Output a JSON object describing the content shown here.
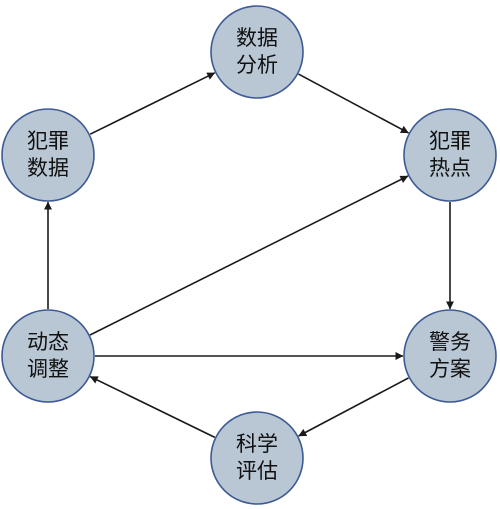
{
  "nodes": {
    "crime_data": {
      "line1": "犯罪",
      "line2": "数据"
    },
    "data_analysis": {
      "line1": "数据",
      "line2": "分析"
    },
    "crime_hotspots": {
      "line1": "犯罪",
      "line2": "热点"
    },
    "police_plan": {
      "line1": "警务",
      "line2": "方案"
    },
    "scientific_evaluation": {
      "line1": "科学",
      "line2": "评估"
    },
    "dynamic_adjustment": {
      "line1": "动态",
      "line2": "调整"
    }
  },
  "edges": [
    {
      "from": "crime_data",
      "to": "data_analysis"
    },
    {
      "from": "data_analysis",
      "to": "crime_hotspots"
    },
    {
      "from": "crime_hotspots",
      "to": "police_plan"
    },
    {
      "from": "police_plan",
      "to": "scientific_evaluation"
    },
    {
      "from": "scientific_evaluation",
      "to": "dynamic_adjustment"
    },
    {
      "from": "dynamic_adjustment",
      "to": "crime_data"
    },
    {
      "from": "dynamic_adjustment",
      "to": "crime_hotspots"
    },
    {
      "from": "dynamic_adjustment",
      "to": "police_plan"
    }
  ]
}
